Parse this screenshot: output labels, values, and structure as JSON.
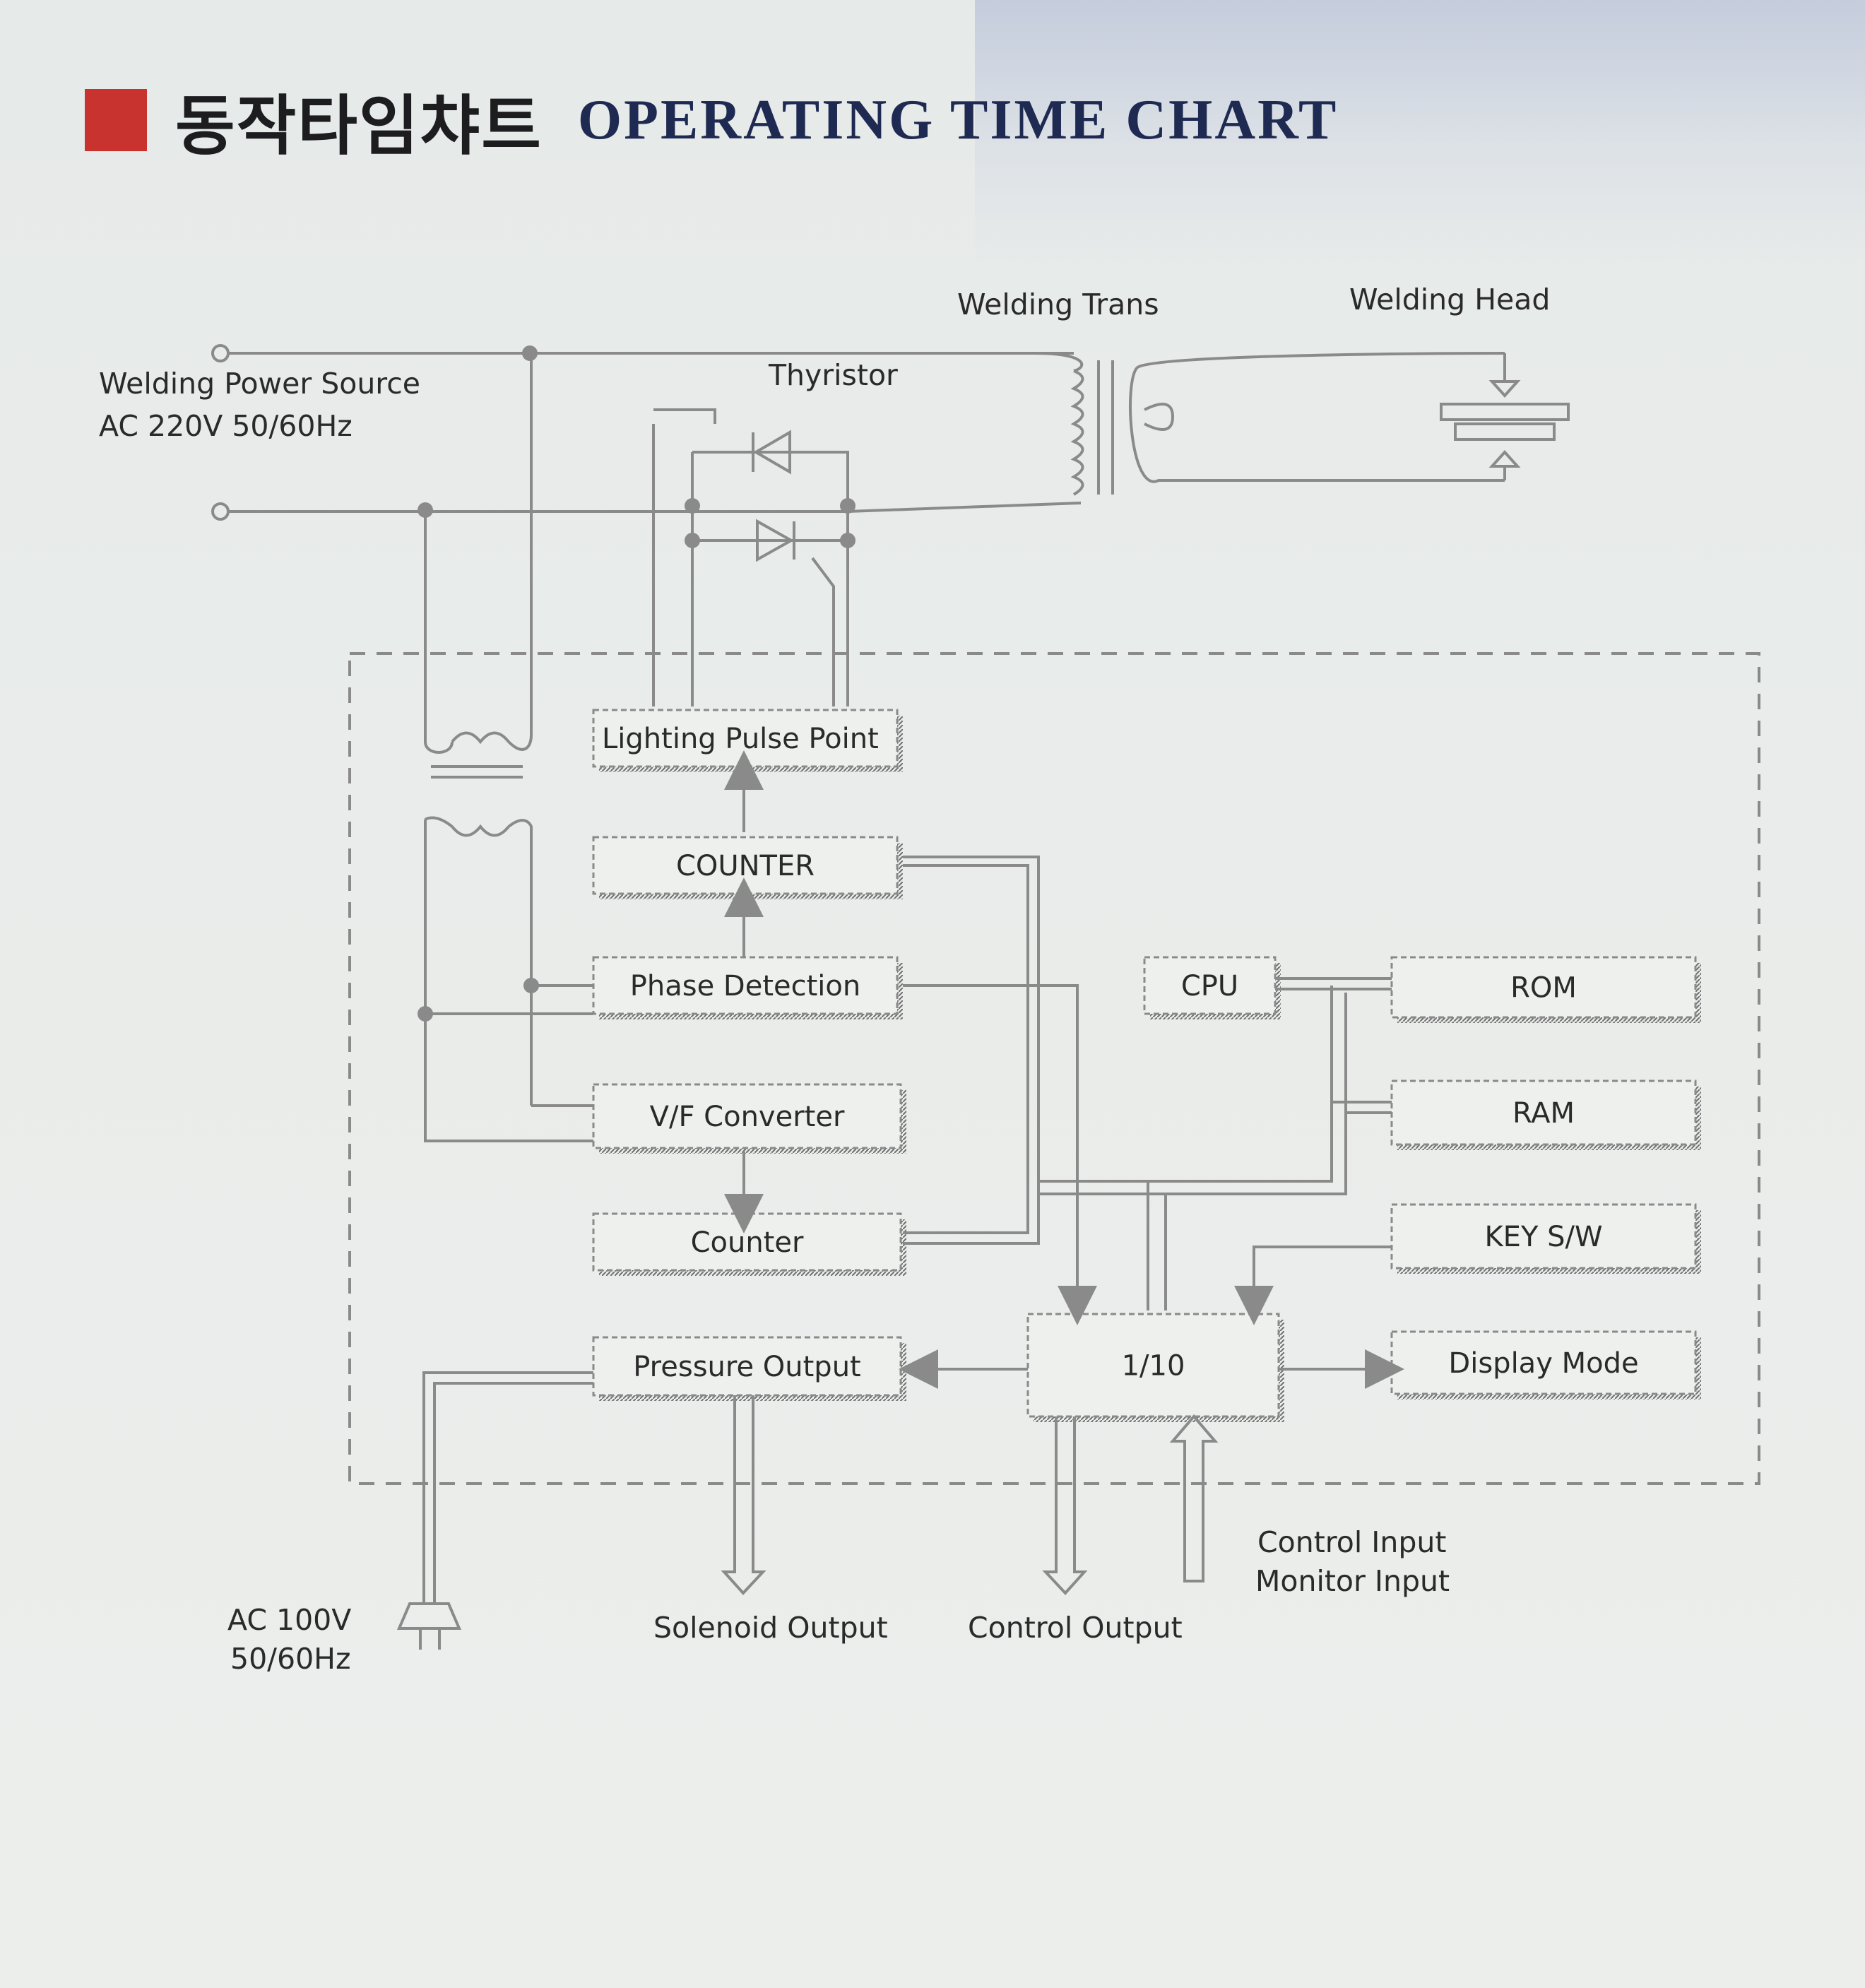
{
  "title": {
    "korean": "동작타임챠트",
    "english": "OPERATING TIME  CHART"
  },
  "labels": {
    "power_source_1": "Welding  Power  Source",
    "power_source_2": "AC  220V  50/60Hz",
    "thyristor": "Thyristor",
    "welding_trans": "Welding  Trans",
    "welding_head": "Welding  Head",
    "ac100_1": "AC  100V",
    "ac100_2": "50/60Hz",
    "solenoid_output": "Solenoid  Output",
    "control_output": "Control  Output",
    "control_input": "Control  Input",
    "monitor_input": "Monitor  Input"
  },
  "blocks": {
    "lighting_pulse_point": "Lighting  Pulse  Point",
    "counter_upper": "COUNTER",
    "phase_detection": "Phase  Detection",
    "vf_converter": "V/F  Converter",
    "counter_lower": "Counter",
    "pressure_output": "Pressure  Output",
    "cpu": "CPU",
    "rom": "ROM",
    "ram": "RAM",
    "key_sw": "KEY  S/W",
    "display_mode": "Display  Mode",
    "divider": "1/10"
  },
  "colors": {
    "title_square": "#c8322f",
    "title_english": "#1f2a52",
    "line": "#8a8a8a",
    "text": "#2a2a2a"
  }
}
